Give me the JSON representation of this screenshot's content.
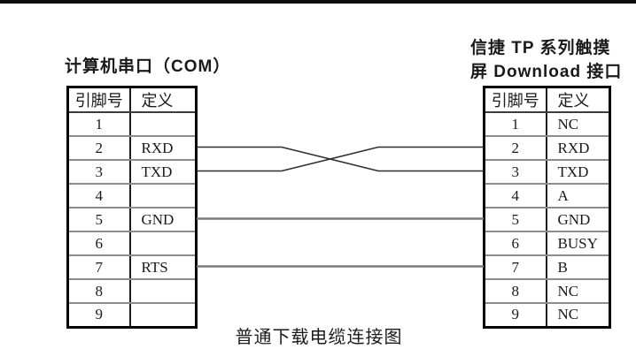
{
  "diagram": {
    "caption": "普通下载电缆连接图"
  },
  "left_connector": {
    "title": "计算机串口（COM）",
    "table": {
      "columns": [
        "引脚号",
        "定义"
      ],
      "rows": [
        [
          "1",
          ""
        ],
        [
          "2",
          "RXD"
        ],
        [
          "3",
          "TXD"
        ],
        [
          "4",
          ""
        ],
        [
          "5",
          "GND"
        ],
        [
          "6",
          ""
        ],
        [
          "7",
          "RTS"
        ],
        [
          "8",
          ""
        ],
        [
          "9",
          ""
        ]
      ]
    }
  },
  "right_connector": {
    "title_lines": [
      "信捷 TP 系列触摸",
      "屏 Download 接口"
    ],
    "table": {
      "columns": [
        "引脚号",
        "定义"
      ],
      "rows": [
        [
          "1",
          "NC"
        ],
        [
          "2",
          "RXD"
        ],
        [
          "3",
          "TXD"
        ],
        [
          "4",
          "A"
        ],
        [
          "5",
          "GND"
        ],
        [
          "6",
          "BUSY"
        ],
        [
          "7",
          "B"
        ],
        [
          "8",
          "NC"
        ],
        [
          "9",
          "NC"
        ]
      ]
    }
  },
  "connections": [
    {
      "from_pin": 2,
      "to_pin": 3,
      "style": "crossed"
    },
    {
      "from_pin": 3,
      "to_pin": 2,
      "style": "crossed"
    },
    {
      "from_pin": 5,
      "to_pin": 5,
      "style": "straight"
    },
    {
      "from_pin": 7,
      "to_pin": 7,
      "style": "straight"
    }
  ],
  "colors": {
    "wire_gray": "#7b7b7b",
    "wire_dark": "#2f2f2f",
    "border_black": "#000000"
  }
}
